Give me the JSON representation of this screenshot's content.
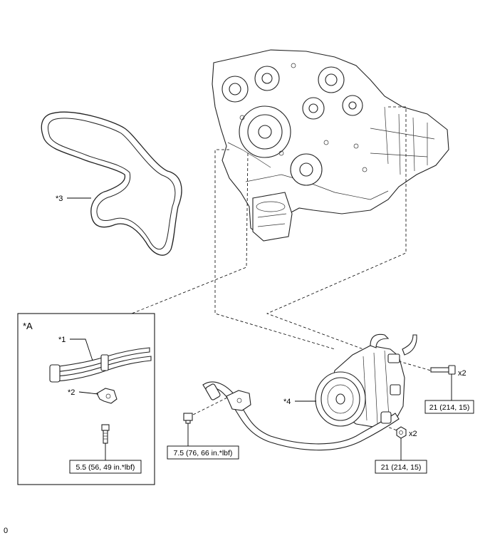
{
  "callouts": {
    "belt": "*3",
    "hose": "*1",
    "clamp": "*2",
    "compressor": "*4",
    "detail_view": "*A"
  },
  "torque": {
    "detail_bolt": "5.5 (56, 49 in.*lbf)",
    "bracket_bolt": "7.5 (76, 66 in.*lbf)",
    "stud_bolt": "21 (214, 15)",
    "nut": "21 (214, 15)"
  },
  "quantity": {
    "stud_bolt": "x2",
    "nut": "x2"
  },
  "figure_code": "0"
}
